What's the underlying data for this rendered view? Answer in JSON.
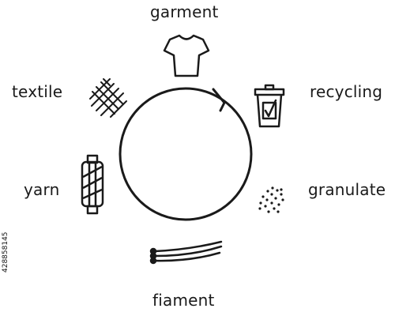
{
  "diagram": {
    "labels": {
      "garment": "garment",
      "recycling": "recycling",
      "granulate": "granulate",
      "filament": "fiament",
      "yarn": "yarn",
      "textile": "textile"
    },
    "stock_id": "428858145",
    "stroke_color": "#1a1a1a"
  }
}
